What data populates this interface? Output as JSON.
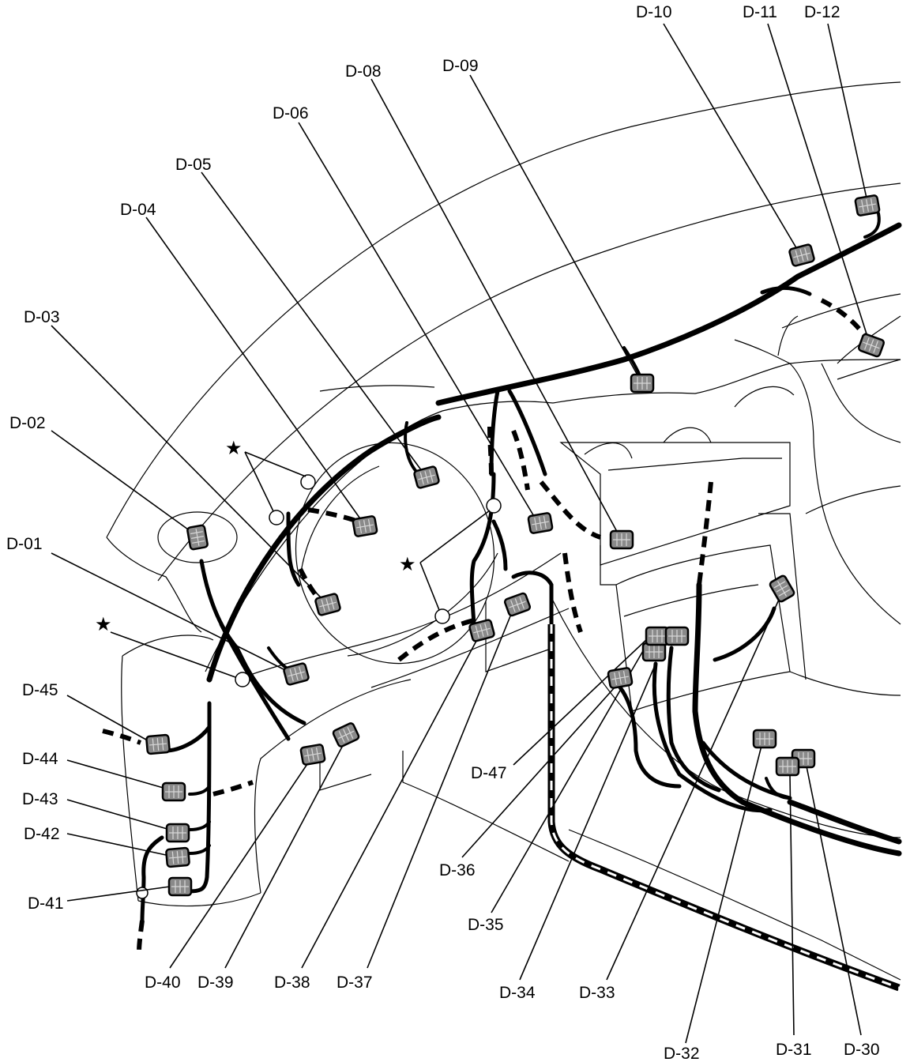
{
  "diagram": {
    "marker_symbol": "★",
    "connectors": [
      {
        "id": "D-01"
      },
      {
        "id": "D-02"
      },
      {
        "id": "D-03"
      },
      {
        "id": "D-04"
      },
      {
        "id": "D-05"
      },
      {
        "id": "D-06"
      },
      {
        "id": "D-08"
      },
      {
        "id": "D-09"
      },
      {
        "id": "D-10"
      },
      {
        "id": "D-11"
      },
      {
        "id": "D-12"
      },
      {
        "id": "D-30"
      },
      {
        "id": "D-31"
      },
      {
        "id": "D-32"
      },
      {
        "id": "D-33"
      },
      {
        "id": "D-34"
      },
      {
        "id": "D-35"
      },
      {
        "id": "D-36"
      },
      {
        "id": "D-37"
      },
      {
        "id": "D-38"
      },
      {
        "id": "D-39"
      },
      {
        "id": "D-40"
      },
      {
        "id": "D-41"
      },
      {
        "id": "D-42"
      },
      {
        "id": "D-43"
      },
      {
        "id": "D-44"
      },
      {
        "id": "D-45"
      },
      {
        "id": "D-47"
      }
    ]
  }
}
